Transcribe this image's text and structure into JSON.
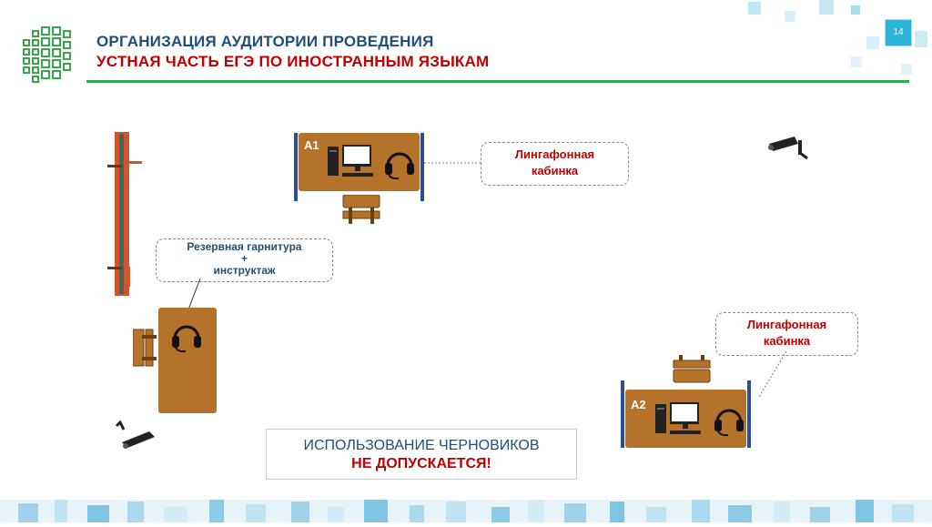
{
  "header": {
    "title_line1": "ОРГАНИЗАЦИЯ АУДИТОРИИ ПРОВЕДЕНИЯ",
    "title_line2": "УСТНАЯ ЧАСТЬ ЕГЭ ПО ИНОСТРАННЫМ ЯЗЫКАМ",
    "page_number": "14"
  },
  "stations": {
    "a1_label": "А1",
    "a2_label": "А2"
  },
  "callouts": {
    "booth_top_line1": "Лингафонная",
    "booth_top_line2": "кабинка",
    "booth_right_line1": "Лингафонная",
    "booth_right_line2": "кабинка",
    "reserve_line1": "Резервная гарнитура",
    "reserve_line2": "+",
    "reserve_line3": "инструктаж"
  },
  "notice": {
    "line1": "ИСПОЛЬЗОВАНИЕ ЧЕРНОВИКОВ",
    "line2": "НЕ ДОПУСКАЕТСЯ!"
  },
  "colors": {
    "title_blue": "#1f4e79",
    "title_red": "#c00000",
    "accent_green": "#2fa84f",
    "desk_brown": "#b5722a",
    "booth_blue": "#2d4d94"
  },
  "icons": [
    "logo-grid-icon",
    "computer-icon",
    "headset-icon",
    "camera-icon",
    "door-icon",
    "chair-icon"
  ]
}
